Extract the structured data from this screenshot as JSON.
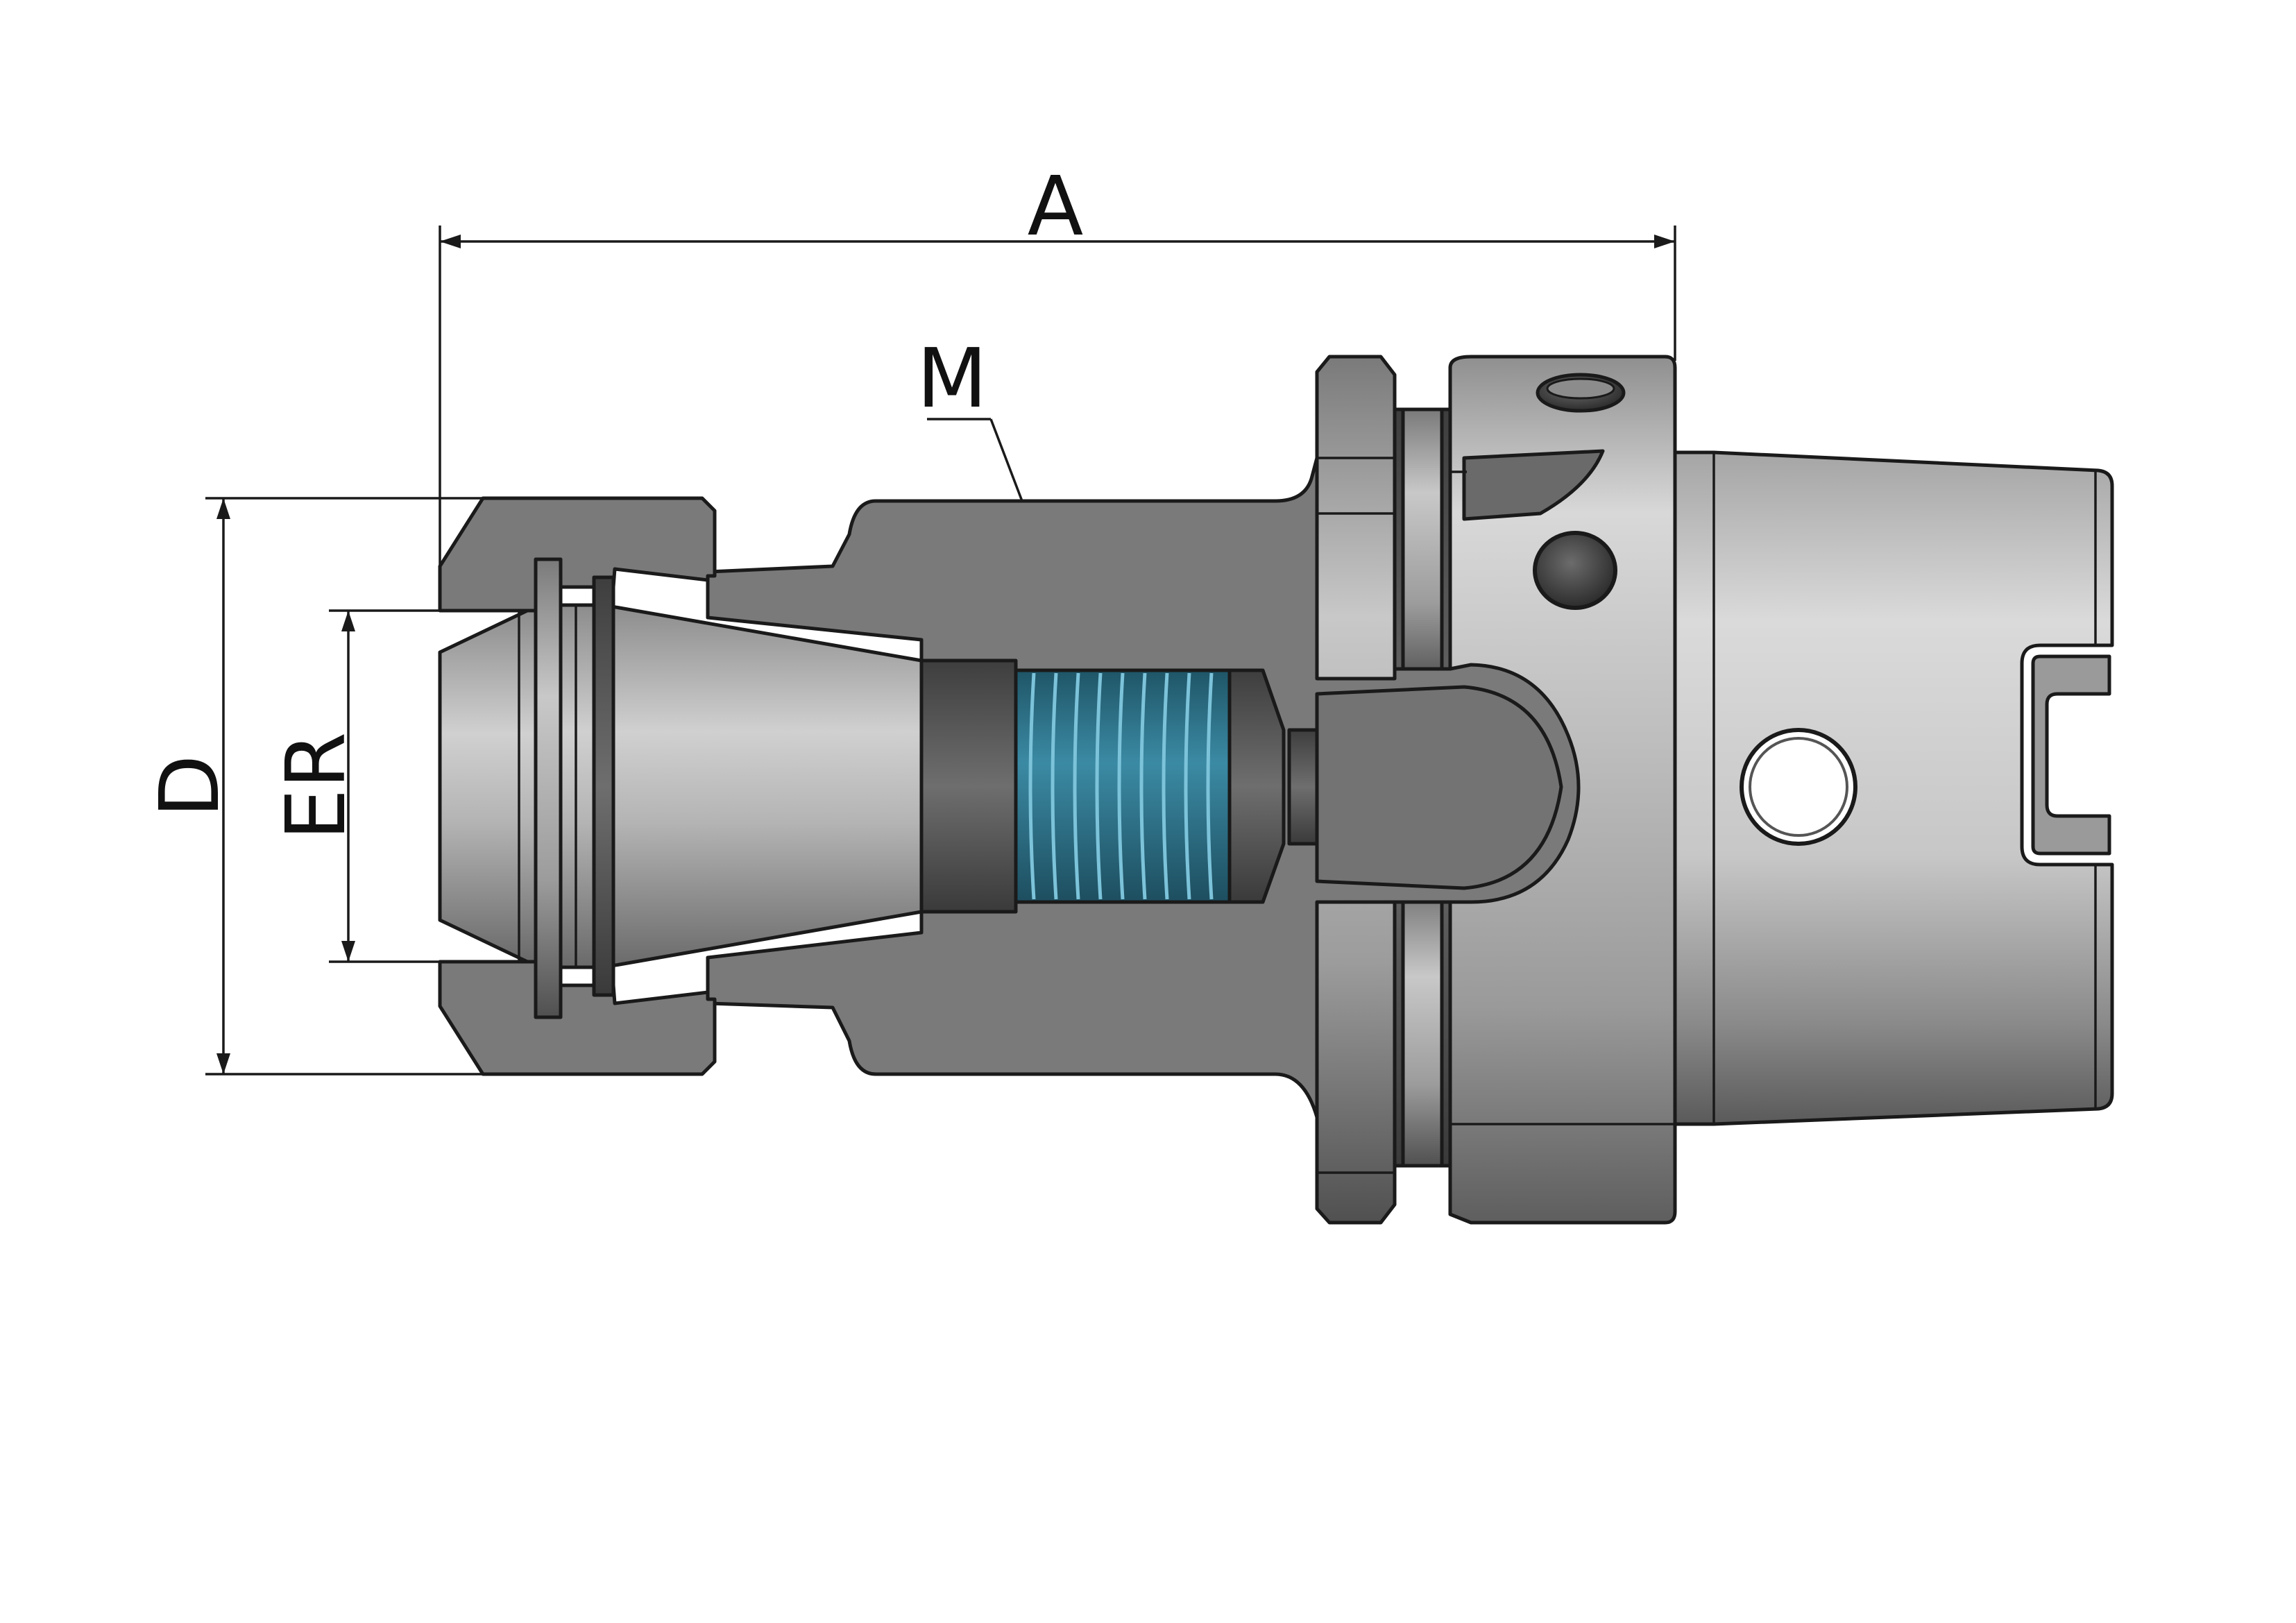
{
  "labels": {
    "overall_length": "A",
    "outer_diameter": "D",
    "collet_size": "ER",
    "thread": "M"
  },
  "colors": {
    "section_fill": "#7a7a7a",
    "metal_light": "#d2d2d2",
    "metal_mid": "#a8a8a8",
    "metal_dark": "#5c5c5c",
    "thread_fill": "#2d6f86",
    "thread_light": "#5aa8c2",
    "outline": "#1a1a1a"
  }
}
